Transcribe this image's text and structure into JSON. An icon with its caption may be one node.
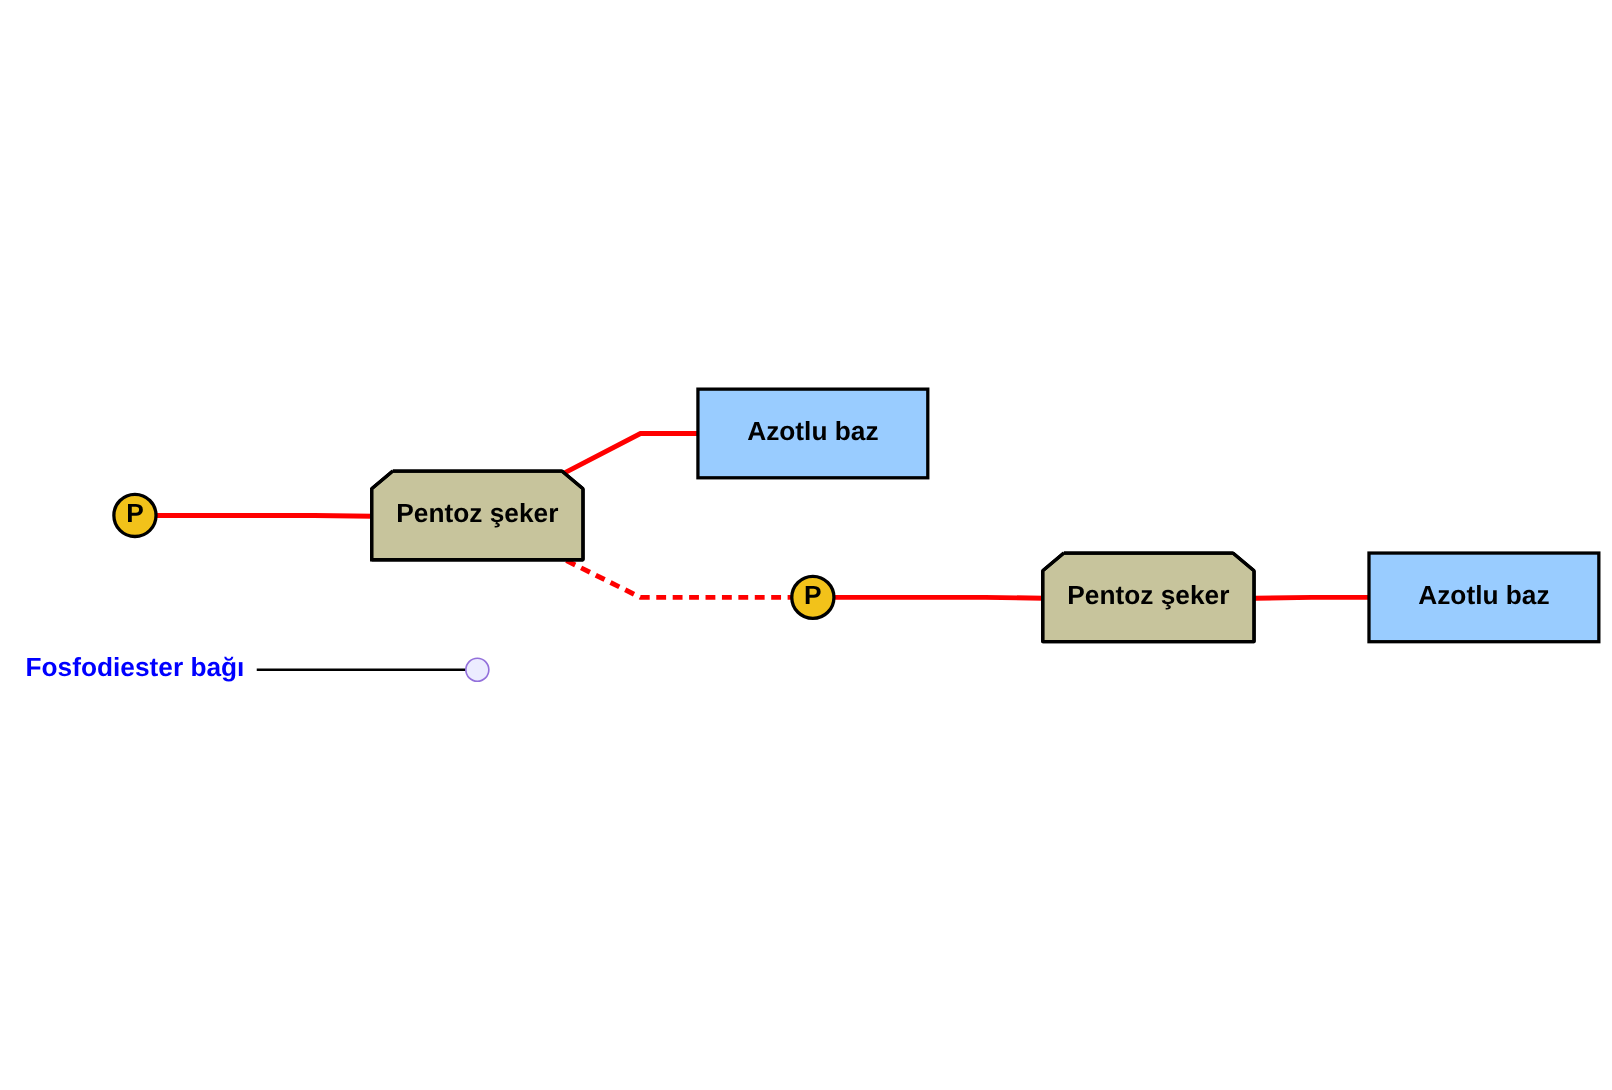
{
  "diagram": {
    "nodes": [
      {
        "text": [
          "P"
        ]
      },
      {
        "text": [
          "Pentoz şeker"
        ]
      },
      {
        "text": [
          "Azotlu baz"
        ]
      },
      {
        "text": [
          "Fosfodiester bağı"
        ]
      },
      {
        "text": [
          "P"
        ]
      },
      {
        "text": [
          "Pentoz şeker"
        ]
      },
      {
        "text": [
          "Azotlu baz"
        ]
      }
    ],
    "edges": [
      {
        "from": 0,
        "to": 1,
        "arrow": "none"
      },
      {
        "from": 1,
        "to": 2,
        "arrow": "none"
      },
      {
        "from": 1,
        "to": 4,
        "arrow": "none",
        "style": "dashed"
      },
      {
        "from": 3,
        "to": null,
        "arrow": "none",
        "color": "#000000"
      },
      {
        "from": 4,
        "to": 5,
        "arrow": "none"
      },
      {
        "from": 5,
        "to": 6,
        "arrow": "none"
      }
    ]
  }
}
